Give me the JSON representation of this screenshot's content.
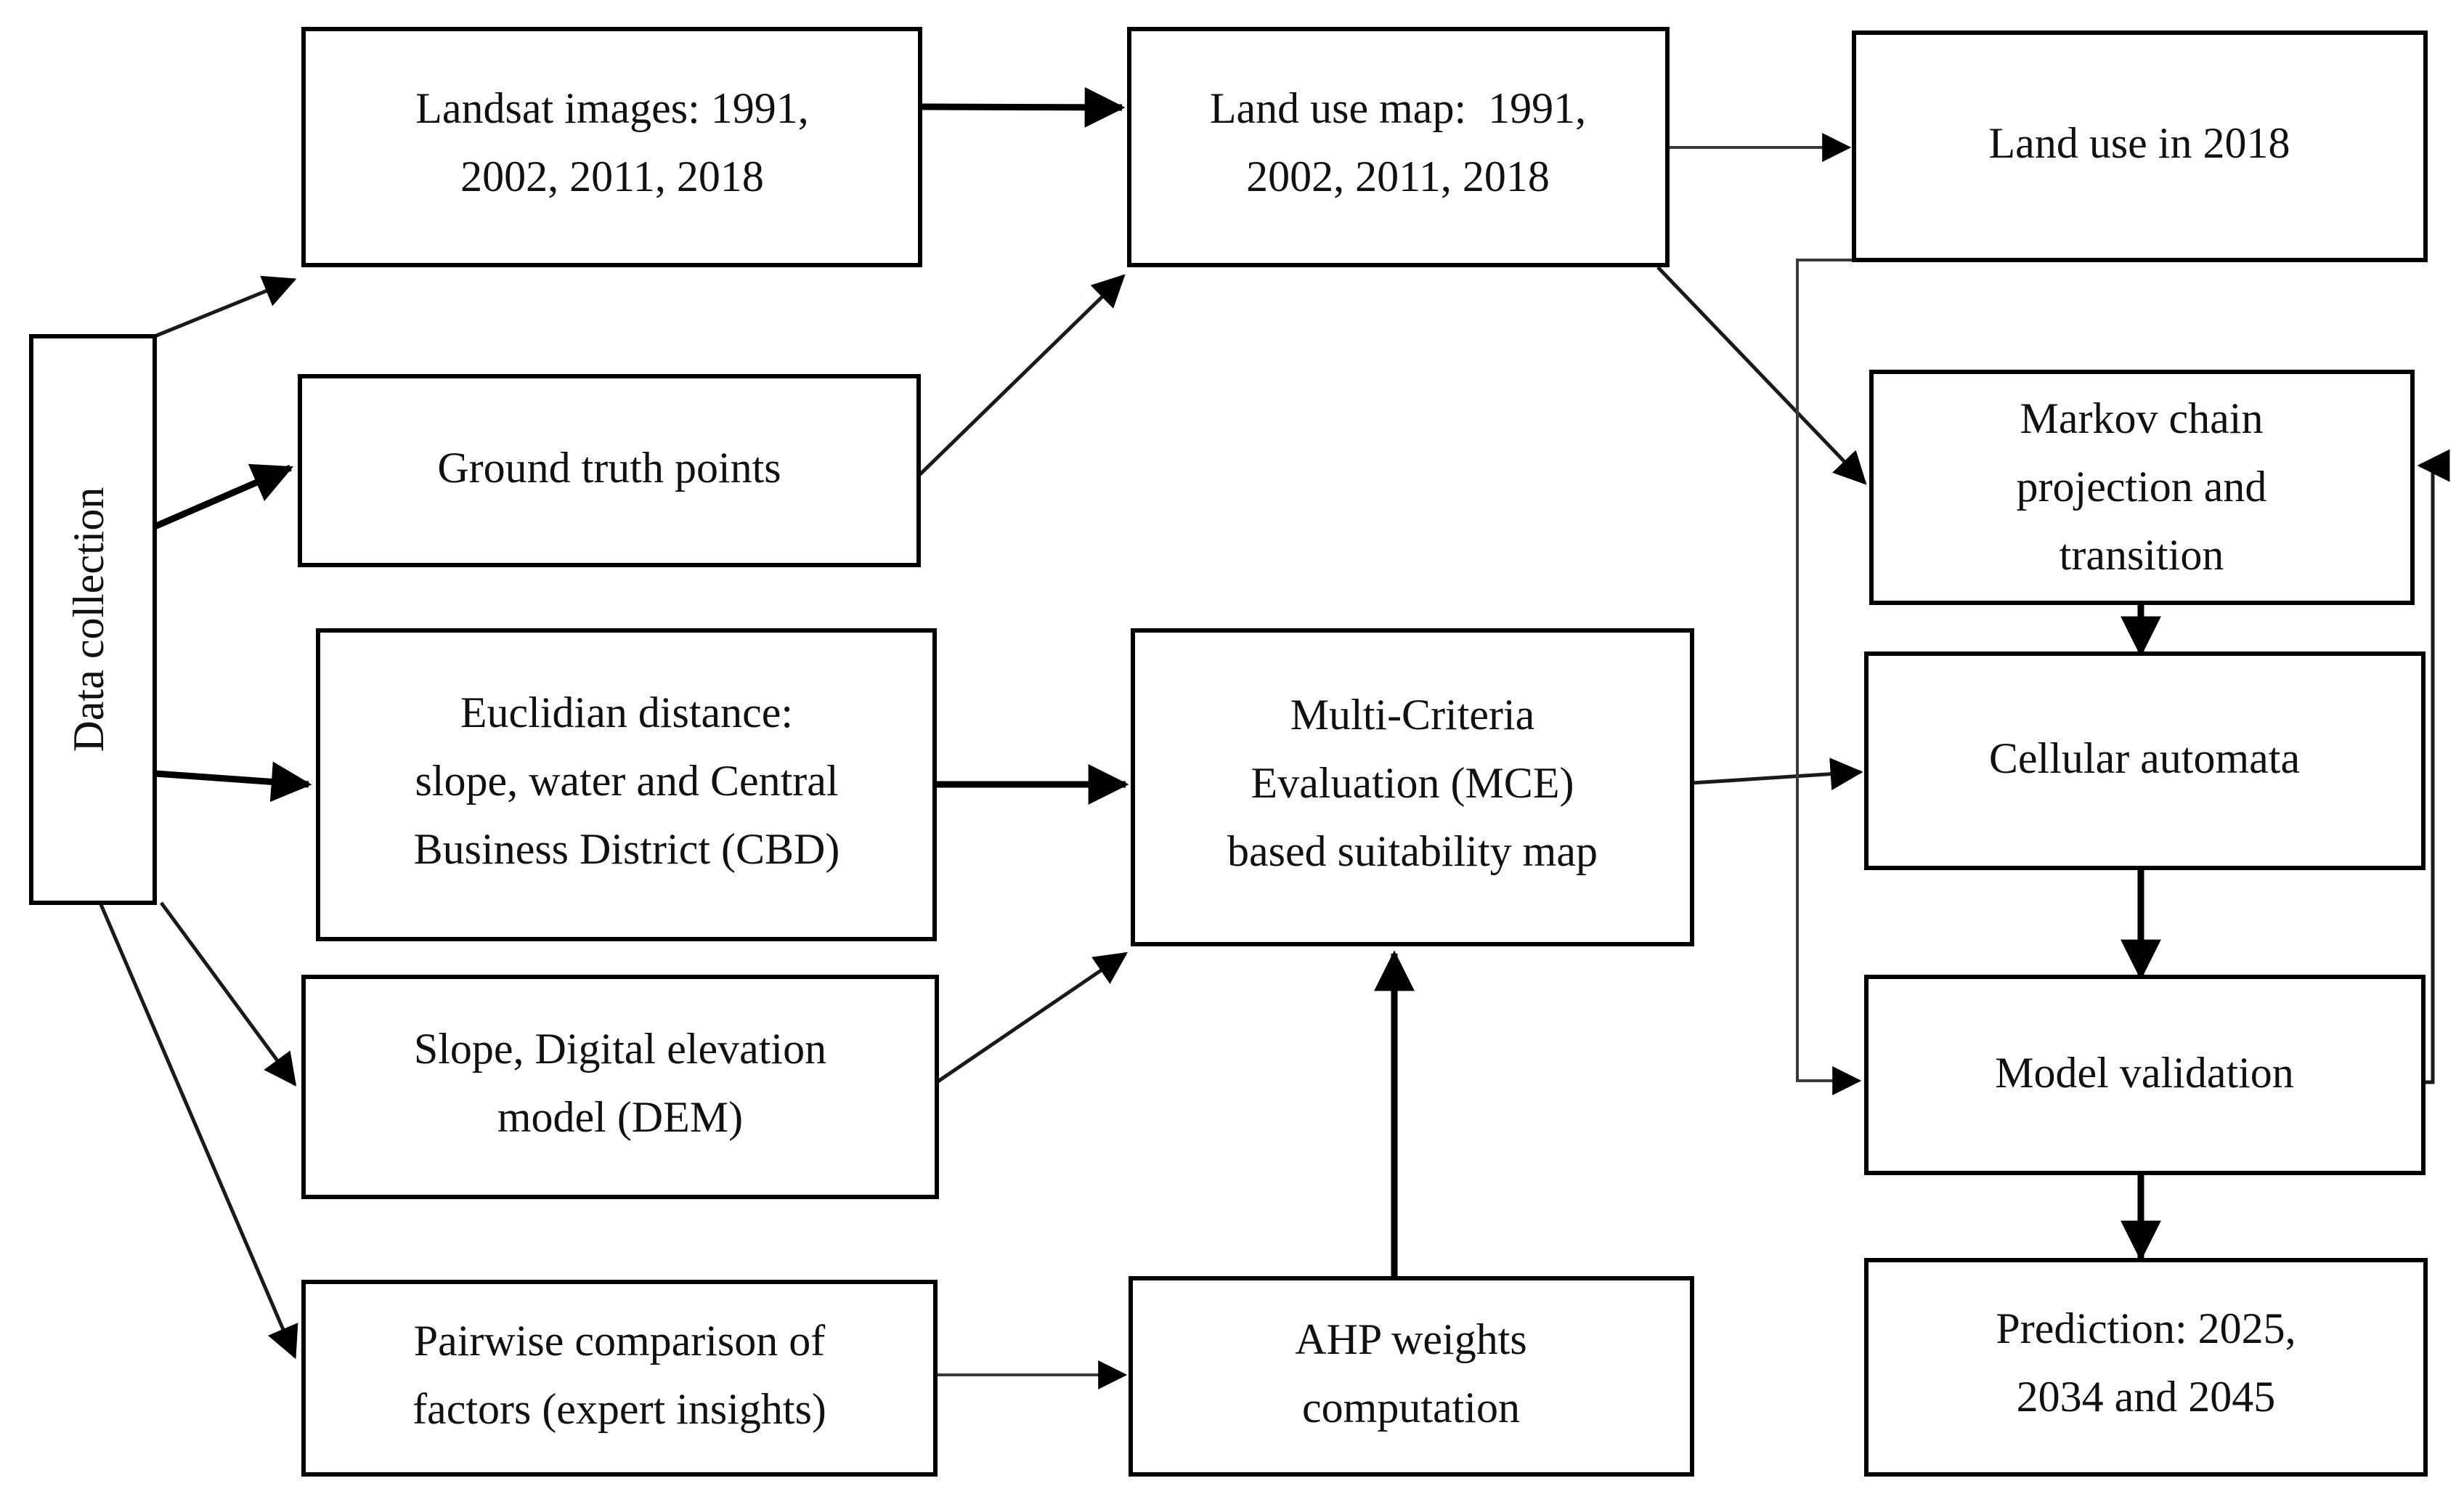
{
  "diagram": {
    "title": "Land use change modelling methodology flowchart",
    "background_color": "#ffffff",
    "line_color": "#000000",
    "text_color": "#111111",
    "nodes": [
      {
        "id": "data-collection",
        "label": "Data collection",
        "orientation": "vertical",
        "lines": [
          "Data collection"
        ]
      },
      {
        "id": "landsat-images",
        "label": "Landsat images: 1991, 2002, 2011, 2018",
        "orientation": "horizontal",
        "lines": [
          "Landsat images: 1991,",
          "2002, 2011, 2018"
        ]
      },
      {
        "id": "ground-truth-points",
        "label": "Ground truth points",
        "orientation": "horizontal",
        "lines": [
          "Ground truth points"
        ]
      },
      {
        "id": "euclidian-distance",
        "label": "Euclidian distance: slope, water and Central Business District (CBD)",
        "orientation": "horizontal",
        "lines": [
          "Euclidian distance:",
          "slope, water and Central",
          "Business District (CBD)"
        ]
      },
      {
        "id": "slope-dem",
        "label": "Slope, Digital elevation model (DEM)",
        "orientation": "horizontal",
        "lines": [
          "Slope, Digital elevation",
          "model (DEM)"
        ]
      },
      {
        "id": "pairwise-comparison",
        "label": "Pairwise comparison of factors (expert insights)",
        "orientation": "horizontal",
        "lines": [
          "Pairwise comparison of",
          "factors (expert insights)"
        ]
      },
      {
        "id": "land-use-map",
        "label": "Land use map:  1991, 2002, 2011, 2018",
        "orientation": "horizontal",
        "lines": [
          "Land use map:  1991,",
          "2002, 2011, 2018"
        ]
      },
      {
        "id": "mce-suitability",
        "label": "Multi-Criteria Evaluation (MCE) based suitability map",
        "orientation": "horizontal",
        "lines": [
          "Multi-Criteria",
          "Evaluation (MCE)",
          "based suitability map"
        ]
      },
      {
        "id": "ahp-weights",
        "label": "AHP weights computation",
        "orientation": "horizontal",
        "lines": [
          "AHP weights",
          "computation"
        ]
      },
      {
        "id": "land-use-2018",
        "label": "Land use in 2018",
        "orientation": "horizontal",
        "lines": [
          "Land use in 2018"
        ]
      },
      {
        "id": "markov-chain",
        "label": "Markov chain projection and transition",
        "orientation": "horizontal",
        "lines": [
          "Markov chain",
          "projection and",
          "transition"
        ]
      },
      {
        "id": "cellular-automata",
        "label": "Cellular automata",
        "orientation": "horizontal",
        "lines": [
          "Cellular automata"
        ]
      },
      {
        "id": "model-validation",
        "label": "Model validation",
        "orientation": "horizontal",
        "lines": [
          "Model validation"
        ]
      },
      {
        "id": "prediction",
        "label": "Prediction: 2025, 2034 and 2045",
        "orientation": "horizontal",
        "lines": [
          "Prediction: 2025,",
          "2034 and 2045"
        ]
      }
    ],
    "edges": [
      {
        "id": "e1",
        "from": "data-collection",
        "to": "landsat-images",
        "style": "thin"
      },
      {
        "id": "e2",
        "from": "data-collection",
        "to": "ground-truth-points",
        "style": "thick"
      },
      {
        "id": "e3",
        "from": "data-collection",
        "to": "euclidian-distance",
        "style": "thick"
      },
      {
        "id": "e4",
        "from": "data-collection",
        "to": "slope-dem",
        "style": "thin"
      },
      {
        "id": "e5",
        "from": "data-collection",
        "to": "pairwise-comparison",
        "style": "thin"
      },
      {
        "id": "e6",
        "from": "landsat-images",
        "to": "land-use-map",
        "style": "thick"
      },
      {
        "id": "e7",
        "from": "ground-truth-points",
        "to": "land-use-map",
        "style": "thin"
      },
      {
        "id": "e8",
        "from": "land-use-map",
        "to": "land-use-2018",
        "style": "thin"
      },
      {
        "id": "e9",
        "from": "land-use-map",
        "to": "markov-chain",
        "style": "thin"
      },
      {
        "id": "e10",
        "from": "euclidian-distance",
        "to": "mce-suitability",
        "style": "thick"
      },
      {
        "id": "e11",
        "from": "slope-dem",
        "to": "mce-suitability",
        "style": "thin"
      },
      {
        "id": "e12",
        "from": "pairwise-comparison",
        "to": "ahp-weights",
        "style": "thin"
      },
      {
        "id": "e13",
        "from": "ahp-weights",
        "to": "mce-suitability",
        "style": "thick"
      },
      {
        "id": "e14",
        "from": "mce-suitability",
        "to": "cellular-automata",
        "style": "thin"
      },
      {
        "id": "e15",
        "from": "land-use-2018",
        "to": "model-validation",
        "style": "hair"
      },
      {
        "id": "e16",
        "from": "markov-chain",
        "to": "cellular-automata",
        "style": "thick"
      },
      {
        "id": "e17",
        "from": "cellular-automata",
        "to": "model-validation",
        "style": "thick"
      },
      {
        "id": "e18",
        "from": "model-validation",
        "to": "prediction",
        "style": "thick"
      },
      {
        "id": "e19",
        "from": "model-validation",
        "to": "markov-chain",
        "style": "thin"
      }
    ]
  }
}
